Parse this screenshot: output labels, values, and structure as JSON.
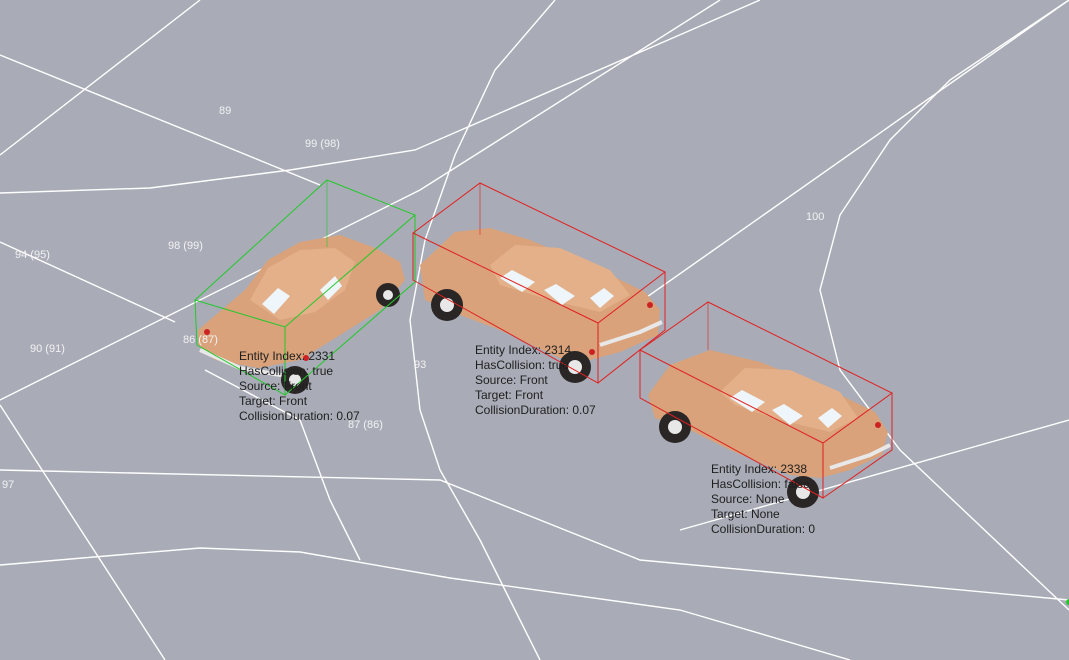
{
  "scene": {
    "lane_labels": [
      "89",
      "99 (98)",
      "94 (95)",
      "98 (99)",
      "86 (87)",
      "90 (91)",
      "93",
      "87 (86)",
      "97",
      "100"
    ],
    "colors": {
      "background": "#a9acb6",
      "lane_line": "#ffffff",
      "collision_box_ok": "#22c82a",
      "collision_box_hit": "#e02020",
      "car_body": "#d9a27a",
      "info_text": "#1e1e1e"
    }
  },
  "entities": [
    {
      "index_label": "Entity Index: 2331",
      "has_collision": "HasCollision: true",
      "source": "Source: Front",
      "target": "Target: Front",
      "duration": "CollisionDuration: 0.07",
      "box_state": "green"
    },
    {
      "index_label": "Entity Index: 2314",
      "has_collision": "HasCollision: true",
      "source": "Source: Front",
      "target": "Target: Front",
      "duration": "CollisionDuration: 0.07",
      "box_state": "red"
    },
    {
      "index_label": "Entity Index: 2338",
      "has_collision": "HasCollision: false",
      "source": "Source: None",
      "target": "Target: None",
      "duration": "CollisionDuration: 0",
      "box_state": "red"
    }
  ]
}
